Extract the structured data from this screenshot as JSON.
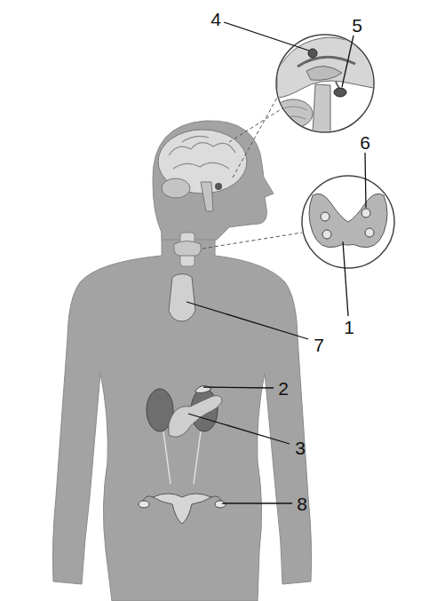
{
  "diagram": {
    "labels": [
      "4",
      "5",
      "6",
      "1",
      "7",
      "2",
      "3",
      "8"
    ]
  }
}
